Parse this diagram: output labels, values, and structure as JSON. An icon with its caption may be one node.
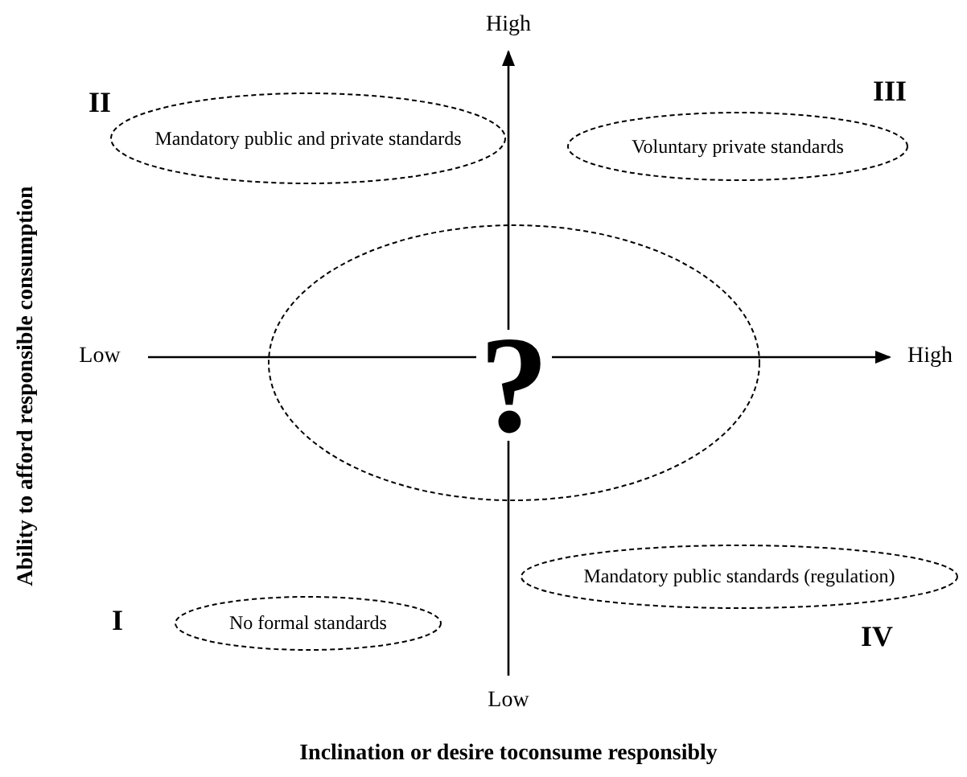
{
  "diagram": {
    "nodes": [
      {
        "text": [
          "Mandatory public and private standards"
        ]
      },
      {
        "text": [
          "Voluntary private standards"
        ]
      },
      {
        "text": [
          "?"
        ]
      },
      {
        "text": [
          "Mandatory public standards (regulation)"
        ]
      },
      {
        "text": [
          "No formal standards"
        ]
      }
    ],
    "labels": [
      "High",
      "II",
      "III",
      "Low",
      "High",
      "I",
      "IV",
      "Low",
      "Ability to afford responsible consumption",
      "Inclination or desire toconsume responsibly"
    ]
  }
}
